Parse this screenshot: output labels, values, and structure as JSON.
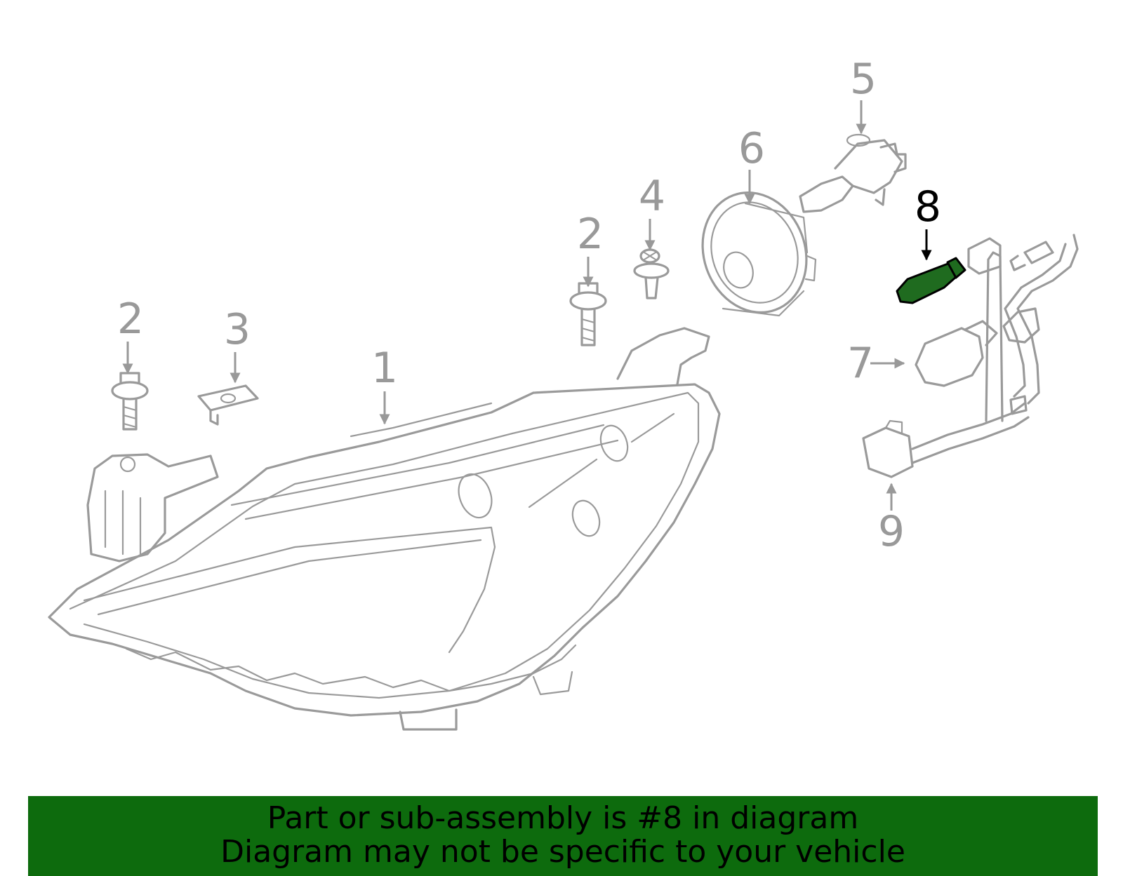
{
  "callouts": [
    {
      "id": "1",
      "label": "1",
      "highlight": false
    },
    {
      "id": "2a",
      "label": "2",
      "highlight": false
    },
    {
      "id": "2b",
      "label": "2",
      "highlight": false
    },
    {
      "id": "3",
      "label": "3",
      "highlight": false
    },
    {
      "id": "4",
      "label": "4",
      "highlight": false
    },
    {
      "id": "5",
      "label": "5",
      "highlight": false
    },
    {
      "id": "6",
      "label": "6",
      "highlight": false
    },
    {
      "id": "7",
      "label": "7",
      "highlight": false
    },
    {
      "id": "8",
      "label": "8",
      "highlight": true
    },
    {
      "id": "9",
      "label": "9",
      "highlight": false
    }
  ],
  "highlighted_part": "8",
  "colors": {
    "line_art": "#9a9a9a",
    "highlight_fill": "#1f6b1f",
    "banner_background": "#0d6b0d",
    "banner_text": "#000000"
  },
  "banner": {
    "line1": "Part or sub-assembly is #8 in diagram",
    "line2": "Diagram may not be specific to your vehicle"
  }
}
